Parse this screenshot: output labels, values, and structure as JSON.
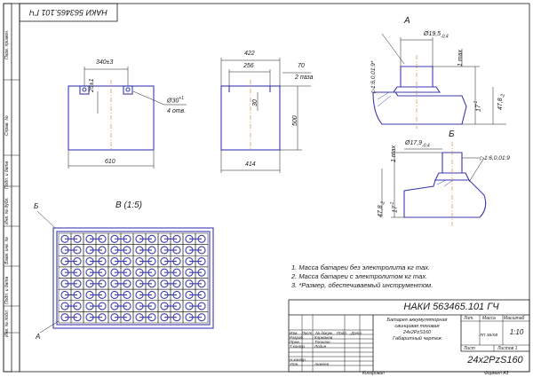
{
  "top_stamp": "НАКИ 563465.101 ГЧ",
  "left_strip": [
    "Перв. примен.",
    "Справ. №",
    "Подп. и дата",
    "Инв. № дубл.",
    "Взам. инв. №",
    "Подп. и дата",
    "Инв. № подл."
  ],
  "front_view": {
    "dim_top": "340±3",
    "dim_bottom": "610",
    "dim_vertical": "25±1",
    "hole_dim": "Ø30",
    "hole_tol": "+1",
    "hole_count": "4 отв."
  },
  "side_view": {
    "dim_422": "422",
    "dim_256": "256",
    "dim_70": "70",
    "dim_2": "2 паза",
    "dim_30": "30",
    "dim_500": "500",
    "dim_414": "414"
  },
  "detail_a": {
    "label": "А",
    "dia": "Ø19,5",
    "dia_tol": "-0,4",
    "taper": "▷1:6,0,01:9*",
    "max": "1 max",
    "h1": "17",
    "h1_tol": "-1",
    "h2": "47,8",
    "h2_tol": "-2"
  },
  "detail_b": {
    "label": "Б",
    "dia": "Ø17,9",
    "dia_tol": "-0,4",
    "taper": "▷1:6,0,01:9",
    "max": "1 max",
    "h1": "17",
    "h1_tol": "-1",
    "h2": "47,8",
    "h2_tol": "-2"
  },
  "plan_view": {
    "title": "В (1:5)",
    "label_b": "Б",
    "label_a": "А"
  },
  "notes": [
    "1. Масса батареи без электролита  кг max.",
    "2. Масса батареи с электролитом  кг max.",
    "3. *Размер, обеспечиваемый инструментом."
  ],
  "title_block": {
    "doc_number": "НАКИ 563465.101 ГЧ",
    "name_line1": "Батарея аккумуляторная",
    "name_line2": "свинцовая тяговая",
    "name_line3": "24x2PzS160",
    "name_line4": "Габаритный чертеж",
    "col_lit": "Лит.",
    "col_mass": "Масса",
    "col_scale": "Масштаб",
    "scale": "1:10",
    "sheet": "Лист",
    "sheets": "Листов 1",
    "designation": "24x2PzS160",
    "rows": [
      "Изм.",
      "Лист",
      "№ докум.",
      "Подп.",
      "Дата"
    ],
    "razrab": "Разраб.",
    "razrab_name": "Кармаков",
    "prov": "Пров.",
    "prov_name": "Топилин",
    "tkontr": "Т.контр.",
    "tkontr_name": "Лодин",
    "nkontr": "Н.контр.",
    "utv": "Утв.",
    "utv_name": "Анжеев",
    "org": "ЛП ЗБ/КВ",
    "copy": "Копировал",
    "format": "Формат   А3"
  }
}
